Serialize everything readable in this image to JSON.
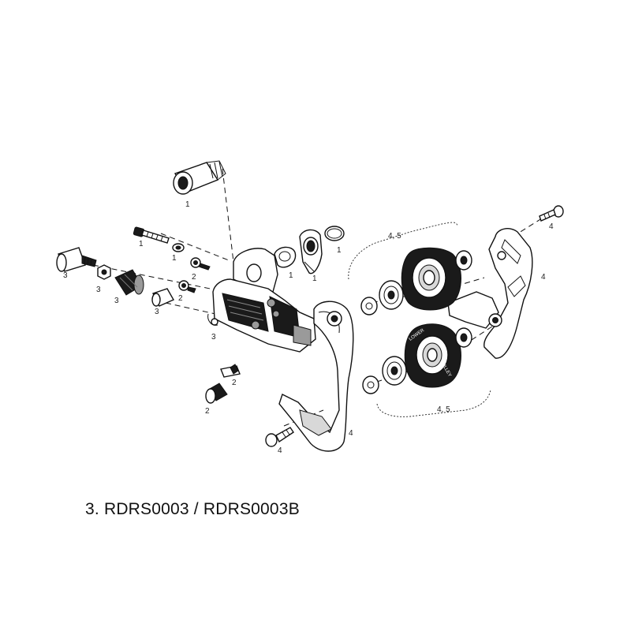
{
  "caption": "3. RDRS0003 / RDRS0003B",
  "labels": {
    "bolt_top": "1",
    "bolt_left": "1",
    "washer_left": "1",
    "hanger_ring_a": "1",
    "hanger_ring_b": "1",
    "oring": "1",
    "adjuster_barrel": "3",
    "adjuster_nut": "3",
    "adjuster_body": "3",
    "ferrule": "3",
    "limit_screw_top": "2",
    "limit_screw_mid": "2",
    "spring_clip": "3",
    "bottom_clip": "2",
    "bottom_screw": "2",
    "cage_bolt_top": "4",
    "cage_plate_right": "4",
    "cage_plate_bottom": "4",
    "cage_bolt_bottom": "4",
    "pulley_group_top": "4, 5",
    "pulley_group_bottom": "4, 5"
  },
  "pulley_text": [
    "LOWER",
    "PULLEY"
  ]
}
